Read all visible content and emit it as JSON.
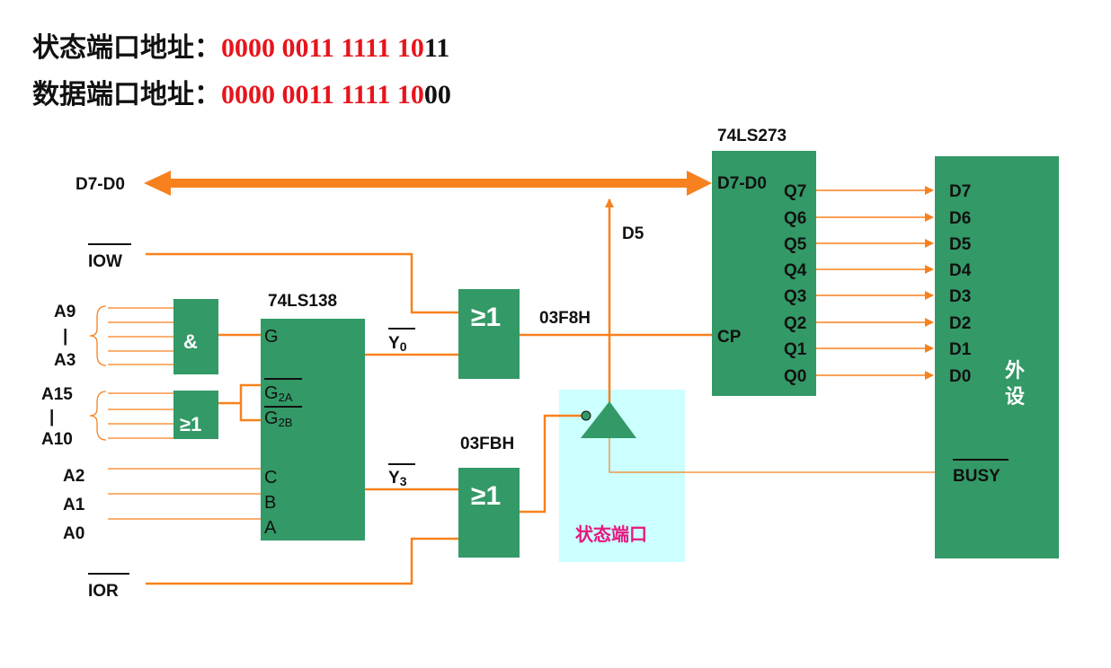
{
  "header": {
    "status_line": {
      "label": "状态端口地址：",
      "addr_red": "0000 0011 1111 10",
      "addr_black": "11"
    },
    "data_line": {
      "label": "数据端口地址：",
      "addr_red": "0000 0011 1111 10",
      "addr_black": "00"
    }
  },
  "signals": {
    "databus": "D7-D0",
    "iow": "IOW",
    "ior": "IOR",
    "a9": "A9",
    "a3": "A3",
    "a15": "A15",
    "a10": "A10",
    "range_bar": "|",
    "a2": "A2",
    "a1": "A1",
    "a0": "A0",
    "d5": "D5",
    "addr_03f8h": "03F8H",
    "addr_03fbh": "03FBH",
    "y0_main": "Y",
    "y0_sub": "0",
    "y3_main": "Y",
    "y3_sub": "3"
  },
  "gates": {
    "and_label": "&",
    "or_small_label": "≥1",
    "or_top_label": "≥1",
    "or_bottom_label": "≥1"
  },
  "decoder": {
    "title": "74LS138",
    "pin_g": "G",
    "pin_g2a_main": "G",
    "pin_g2a_sub": "2A",
    "pin_g2b_main": "G",
    "pin_g2b_sub": "2B",
    "pin_c": "C",
    "pin_b": "B",
    "pin_a": "A"
  },
  "latch": {
    "title": "74LS273",
    "input_label": "D7-D0",
    "clock_label": "CP",
    "outputs": [
      "Q7",
      "Q6",
      "Q5",
      "Q4",
      "Q3",
      "Q2",
      "Q1",
      "Q0"
    ]
  },
  "peripheral": {
    "inputs": [
      "D7",
      "D6",
      "D5",
      "D4",
      "D3",
      "D2",
      "D1",
      "D0"
    ],
    "name_line1": "外",
    "name_line2": "设",
    "busy_label": "BUSY"
  },
  "status_port": {
    "label": "状态端口"
  },
  "colors": {
    "block_green": "#339966",
    "wire_orange": "#f7811e",
    "status_highlight": "#ccffff",
    "status_text": "#e6177e",
    "address_red": "#e8141c"
  }
}
